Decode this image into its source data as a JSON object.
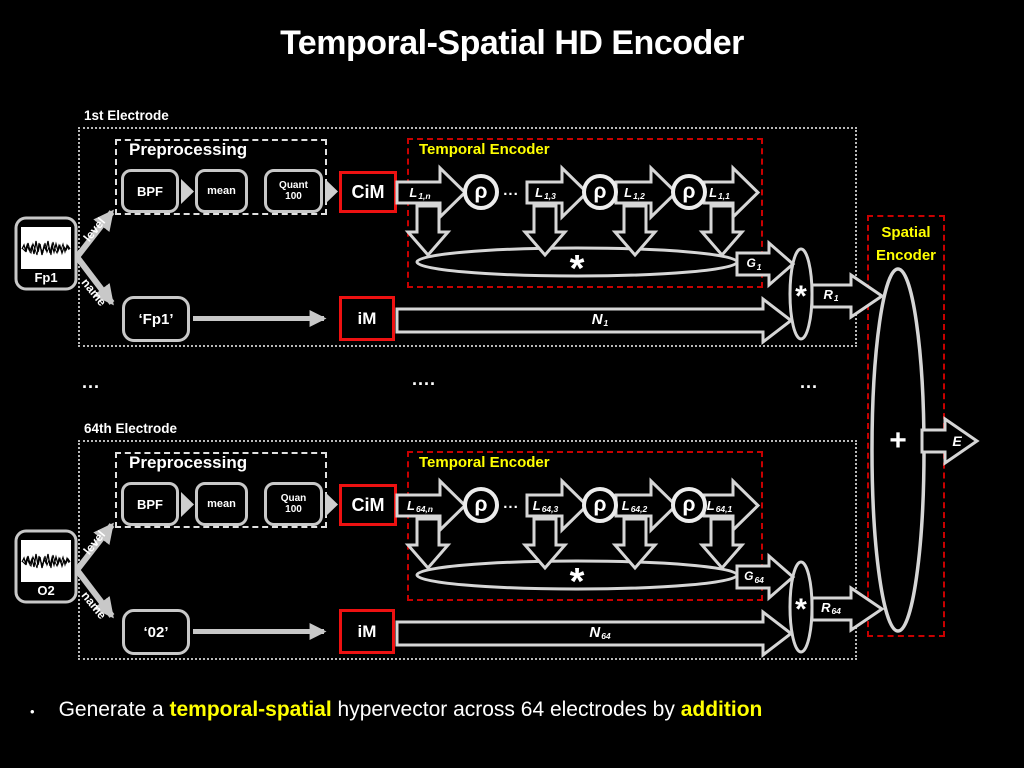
{
  "title": "Temporal-Spatial HD Encoder",
  "electrodes": [
    {
      "section_label": "1st Electrode",
      "signal_label": "Fp1",
      "level_label": "level",
      "name_label": "name",
      "preprocessing": {
        "title": "Preprocessing",
        "bpf": "BPF",
        "mean": "mean",
        "quant": "Quant\n100"
      },
      "cim_label": "CiM",
      "im_label": "iM",
      "name_box_label": "‘Fp1’",
      "temporal": {
        "title": "Temporal Encoder",
        "rho": "ρ",
        "dots": "...",
        "bind_symbol": "*",
        "l_labels": [
          {
            "main": "L",
            "sub": "1,n"
          },
          {
            "main": "L",
            "sub": "1,3"
          },
          {
            "main": "L",
            "sub": "1,2"
          },
          {
            "main": "L",
            "sub": "1,1"
          }
        ]
      },
      "g_label": {
        "main": "G",
        "sub": "1"
      },
      "n_label": {
        "main": "N",
        "sub": "1"
      },
      "r_label": {
        "main": "R",
        "sub": "1"
      },
      "merge_symbol": "*"
    },
    {
      "section_label": "64th Electrode",
      "signal_label": "O2",
      "level_label": "level",
      "name_label": "name",
      "preprocessing": {
        "title": "Preprocessing",
        "bpf": "BPF",
        "mean": "mean",
        "quant": "Quan\n100"
      },
      "cim_label": "CiM",
      "im_label": "iM",
      "name_box_label": "‘02’",
      "temporal": {
        "title": "Temporal Encoder",
        "rho": "ρ",
        "dots": "...",
        "bind_symbol": "*",
        "l_labels": [
          {
            "main": "L",
            "sub": "64,n"
          },
          {
            "main": "L",
            "sub": "64,3"
          },
          {
            "main": "L",
            "sub": "64,2"
          },
          {
            "main": "L",
            "sub": "64,1"
          }
        ]
      },
      "g_label": {
        "main": "G",
        "sub": "64"
      },
      "n_label": {
        "main": "N",
        "sub": "64"
      },
      "r_label": {
        "main": "R",
        "sub": "64"
      },
      "merge_symbol": "*"
    }
  ],
  "middle_dots": [
    "...",
    "....",
    "..."
  ],
  "spatial": {
    "title": "Spatial Encoder",
    "plus": "+",
    "output_label": "E"
  },
  "bullet": {
    "marker": "•",
    "parts": [
      {
        "text": "Generate a ",
        "highlight": false
      },
      {
        "text": "temporal-spatial",
        "highlight": true
      },
      {
        "text": " hypervector across 64 electrodes by ",
        "highlight": false
      },
      {
        "text": "addition",
        "highlight": true
      }
    ]
  },
  "colors": {
    "accent_red": "#ee1111",
    "dashed_red": "#c90000",
    "highlight_yellow": "#ffff00",
    "stroke_gray": "#d6d6d6"
  }
}
